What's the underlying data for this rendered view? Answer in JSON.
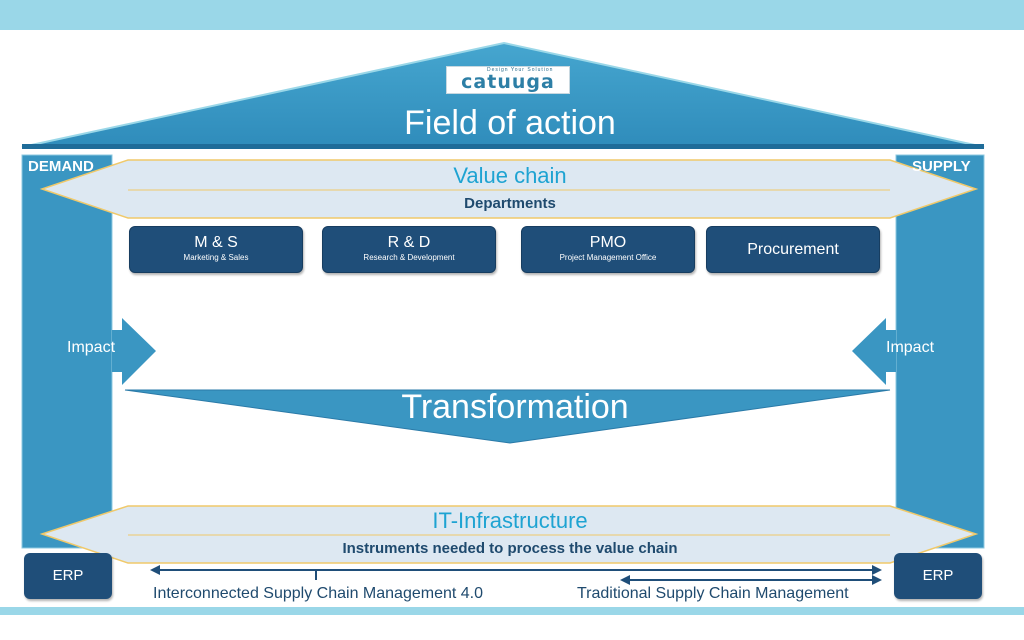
{
  "logo": {
    "name": "catuuga",
    "tagline": "Design Your Solution"
  },
  "roof": {
    "title": "Field of action"
  },
  "columns": {
    "left_label": "DEMAND",
    "right_label": "SUPPLY",
    "left_impact": "Impact",
    "right_impact": "Impact"
  },
  "value_chain": {
    "title": "Value chain",
    "subtitle": "Departments"
  },
  "departments": [
    {
      "name": "M & S",
      "sub": "Marketing & Sales"
    },
    {
      "name": "R & D",
      "sub": "Research & Development"
    },
    {
      "name": "PMO",
      "sub": "Project Management Office"
    },
    {
      "name": "Procurement",
      "sub": ""
    }
  ],
  "transformation": {
    "title": "Transformation"
  },
  "it_infrastructure": {
    "title": "IT-Infrastructure",
    "subtitle": "Instruments needed to process the value chain"
  },
  "erp": {
    "left": "ERP",
    "right": "ERP"
  },
  "bottom": {
    "left_text": "Interconnected Supply Chain Management 4.0",
    "right_text": "Traditional Supply Chain Management"
  },
  "colors": {
    "primary_blue": "#3a96c2",
    "dark_navy": "#1f4e79",
    "band_fill": "#dde8f2",
    "band_border": "#f0c96a",
    "accent_cyan": "#1ea3d2",
    "light_bar": "#9ad7e8"
  }
}
